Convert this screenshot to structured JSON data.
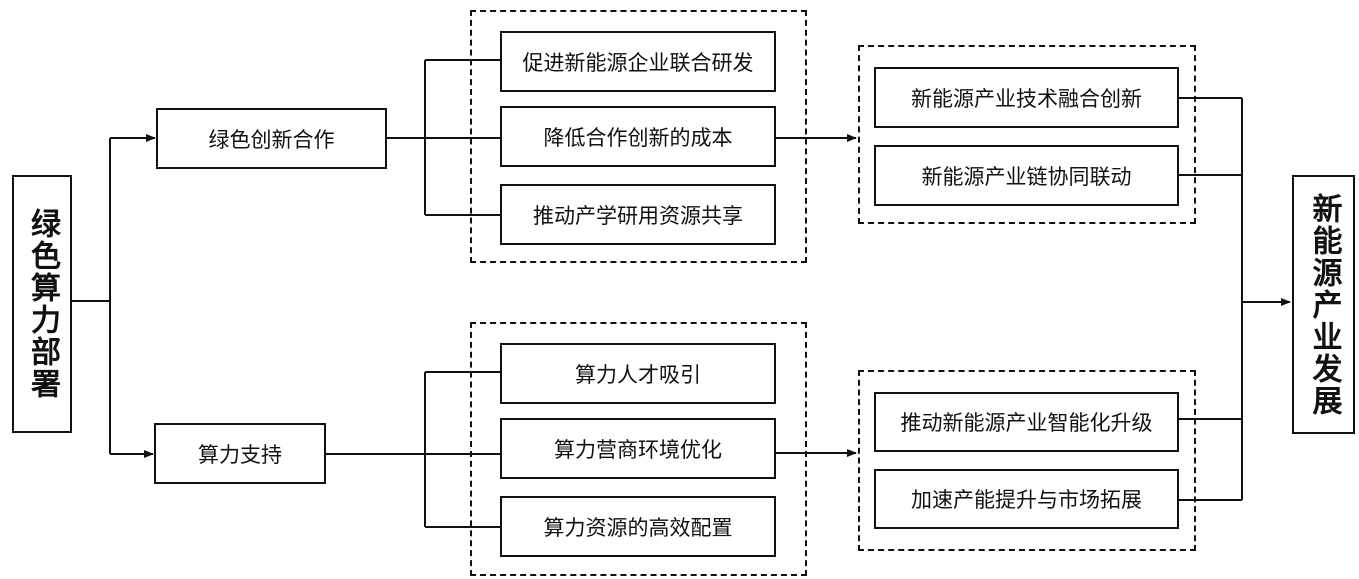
{
  "source": {
    "label": "绿色算力部署"
  },
  "target": {
    "label": "新能源产业发展"
  },
  "branches": [
    {
      "label": "绿色创新合作",
      "mechanisms": [
        "促进新能源企业联合研发",
        "降低合作创新的成本",
        "推动产学研用资源共享"
      ],
      "outcomes": [
        "新能源产业技术融合创新",
        "新能源产业链协同联动"
      ]
    },
    {
      "label": "算力支持",
      "mechanisms": [
        "算力人才吸引",
        "算力营商环境优化",
        "算力资源的高效配置"
      ],
      "outcomes": [
        "推动新能源产业智能化升级",
        "加速产能提升与市场拓展"
      ]
    }
  ]
}
